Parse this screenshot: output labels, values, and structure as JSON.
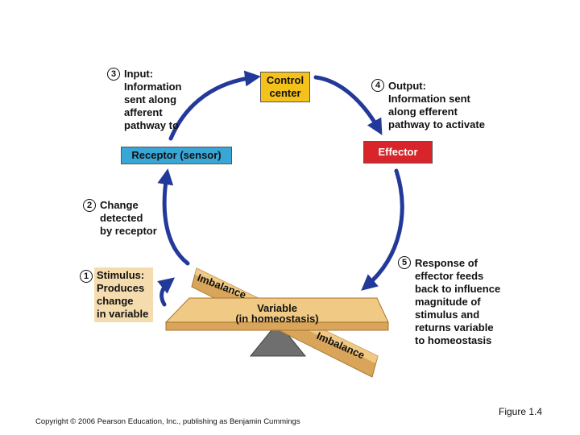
{
  "colors": {
    "arrow": "#23399a",
    "control_center": "#f5c21b",
    "receptor": "#38a7d6",
    "effector": "#d8252b",
    "seesaw_light": "#f0c984",
    "seesaw_dark": "#d8a55a",
    "fulcrum": "#6f6f6f",
    "stimulus_bg": "#f5dcae"
  },
  "control_center": {
    "line1": "Control",
    "line2": "center"
  },
  "receptor": {
    "label": "Receptor (sensor)"
  },
  "effector": {
    "label": "Effector"
  },
  "steps": [
    {
      "number": "3",
      "icon": "circled-number-icon",
      "text": "Input:\nInformation\nsent along\nafferent\npathway to"
    },
    {
      "number": "4",
      "icon": "circled-number-icon",
      "text": "Output:\nInformation sent\nalong efferent\npathway to activate"
    },
    {
      "number": "2",
      "icon": "circled-number-icon",
      "text": "Change\ndetected\nby receptor"
    },
    {
      "number": "1",
      "icon": "circled-number-icon",
      "text": "Stimulus:\nProduces\nchange\nin variable"
    },
    {
      "number": "5",
      "icon": "circled-number-icon",
      "text": "Response of\neffector feeds\nback to influence\nmagnitude of\nstimulus and\nreturns variable\nto homeostasis"
    }
  ],
  "seesaw": {
    "variable_line1": "Variable",
    "variable_line2": "(in homeostasis)",
    "imbalance_top": "Imbalance",
    "imbalance_bottom": "Imbalance"
  },
  "footer": {
    "copyright": "Copyright © 2006 Pearson Education, Inc., publishing as Benjamin Cummings",
    "figure": "Figure 1.4"
  }
}
